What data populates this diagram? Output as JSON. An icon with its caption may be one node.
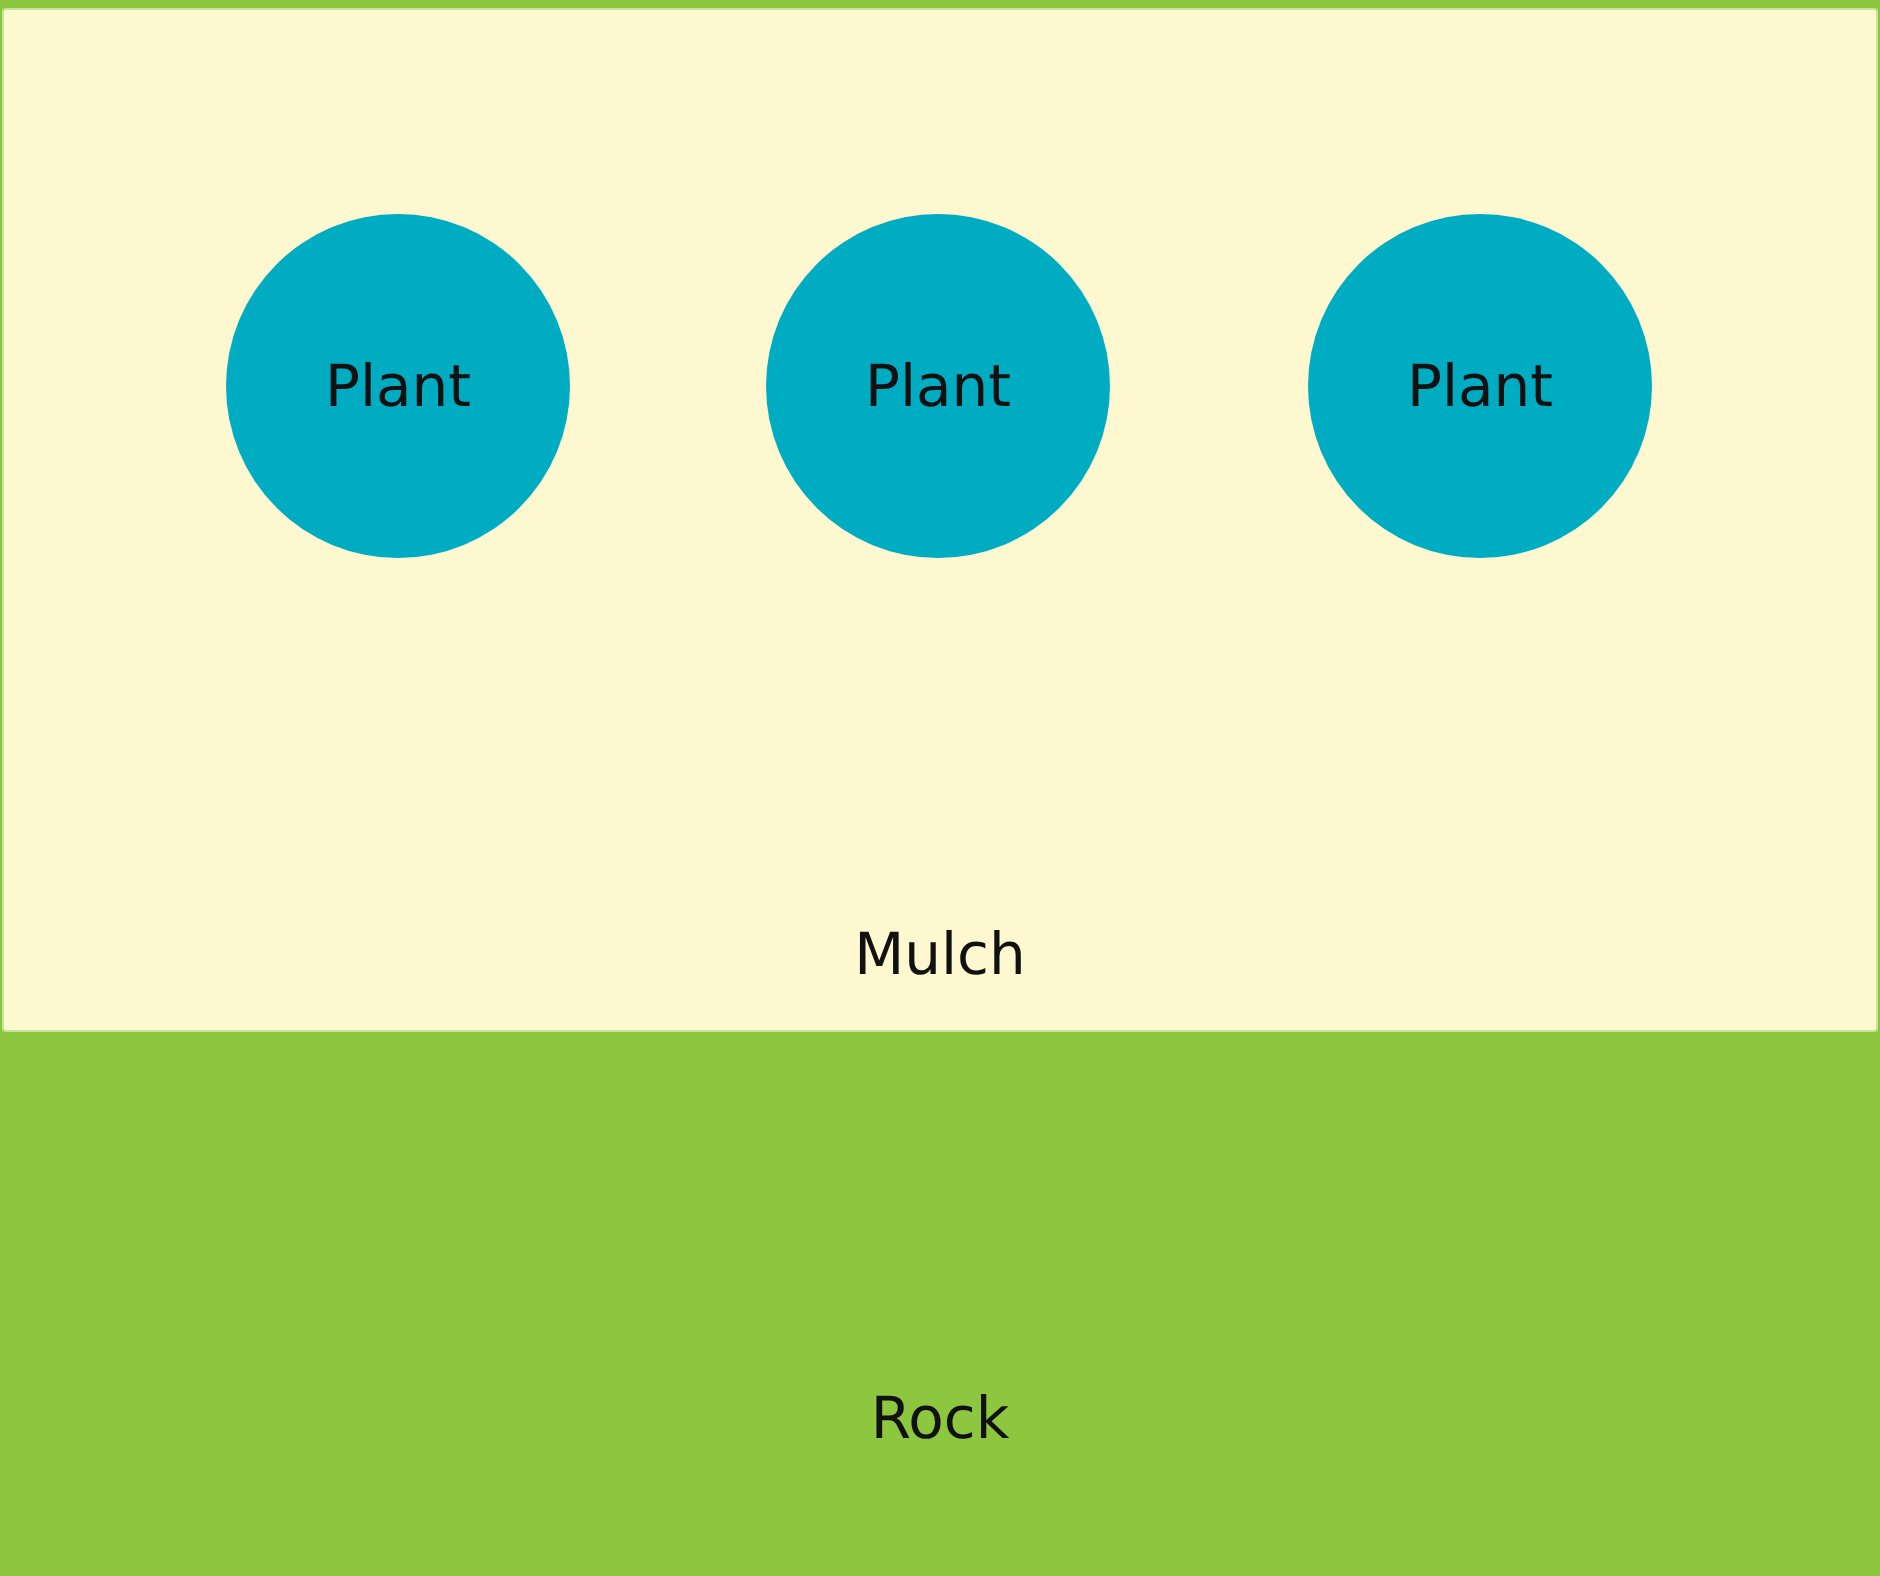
{
  "diagram": {
    "nodes": [
      {
        "text": [
          "Mulch"
        ]
      },
      {
        "text": [
          "Plant"
        ],
        "in": 0
      },
      {
        "text": [
          "Plant"
        ],
        "in": 0
      },
      {
        "text": [
          "Plant"
        ],
        "in": 0
      },
      {
        "text": [
          "Rock"
        ]
      }
    ]
  }
}
